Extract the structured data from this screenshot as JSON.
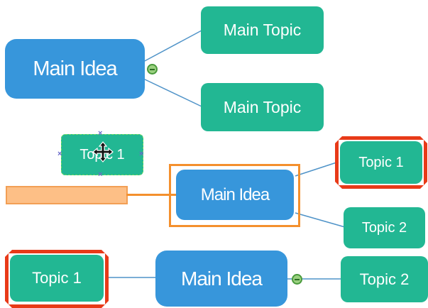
{
  "diagrams": {
    "first": {
      "central": "Main Idea",
      "topic_upper": "Main Topic",
      "topic_lower": "Main Topic"
    },
    "dragging": {
      "floating_topic": "Topic 1"
    },
    "second": {
      "central": "Main Idea",
      "topic_upper": "Topic 1",
      "topic_lower": "Topic 2"
    },
    "third": {
      "central": "Main Idea",
      "topic_left": "Topic 1",
      "topic_right": "Topic 2"
    }
  },
  "icons": {
    "collapse": "minus-circle-icon",
    "move": "move-cross-icon",
    "resize_handle": "x-handle-icon"
  },
  "colors": {
    "main_idea": "#3796db",
    "topic": "#22b793",
    "selection_red": "#e83a18",
    "drop_target_orange": "#f4902d",
    "drag_bar": "#fdbf86",
    "connector": "#4f93c8"
  }
}
